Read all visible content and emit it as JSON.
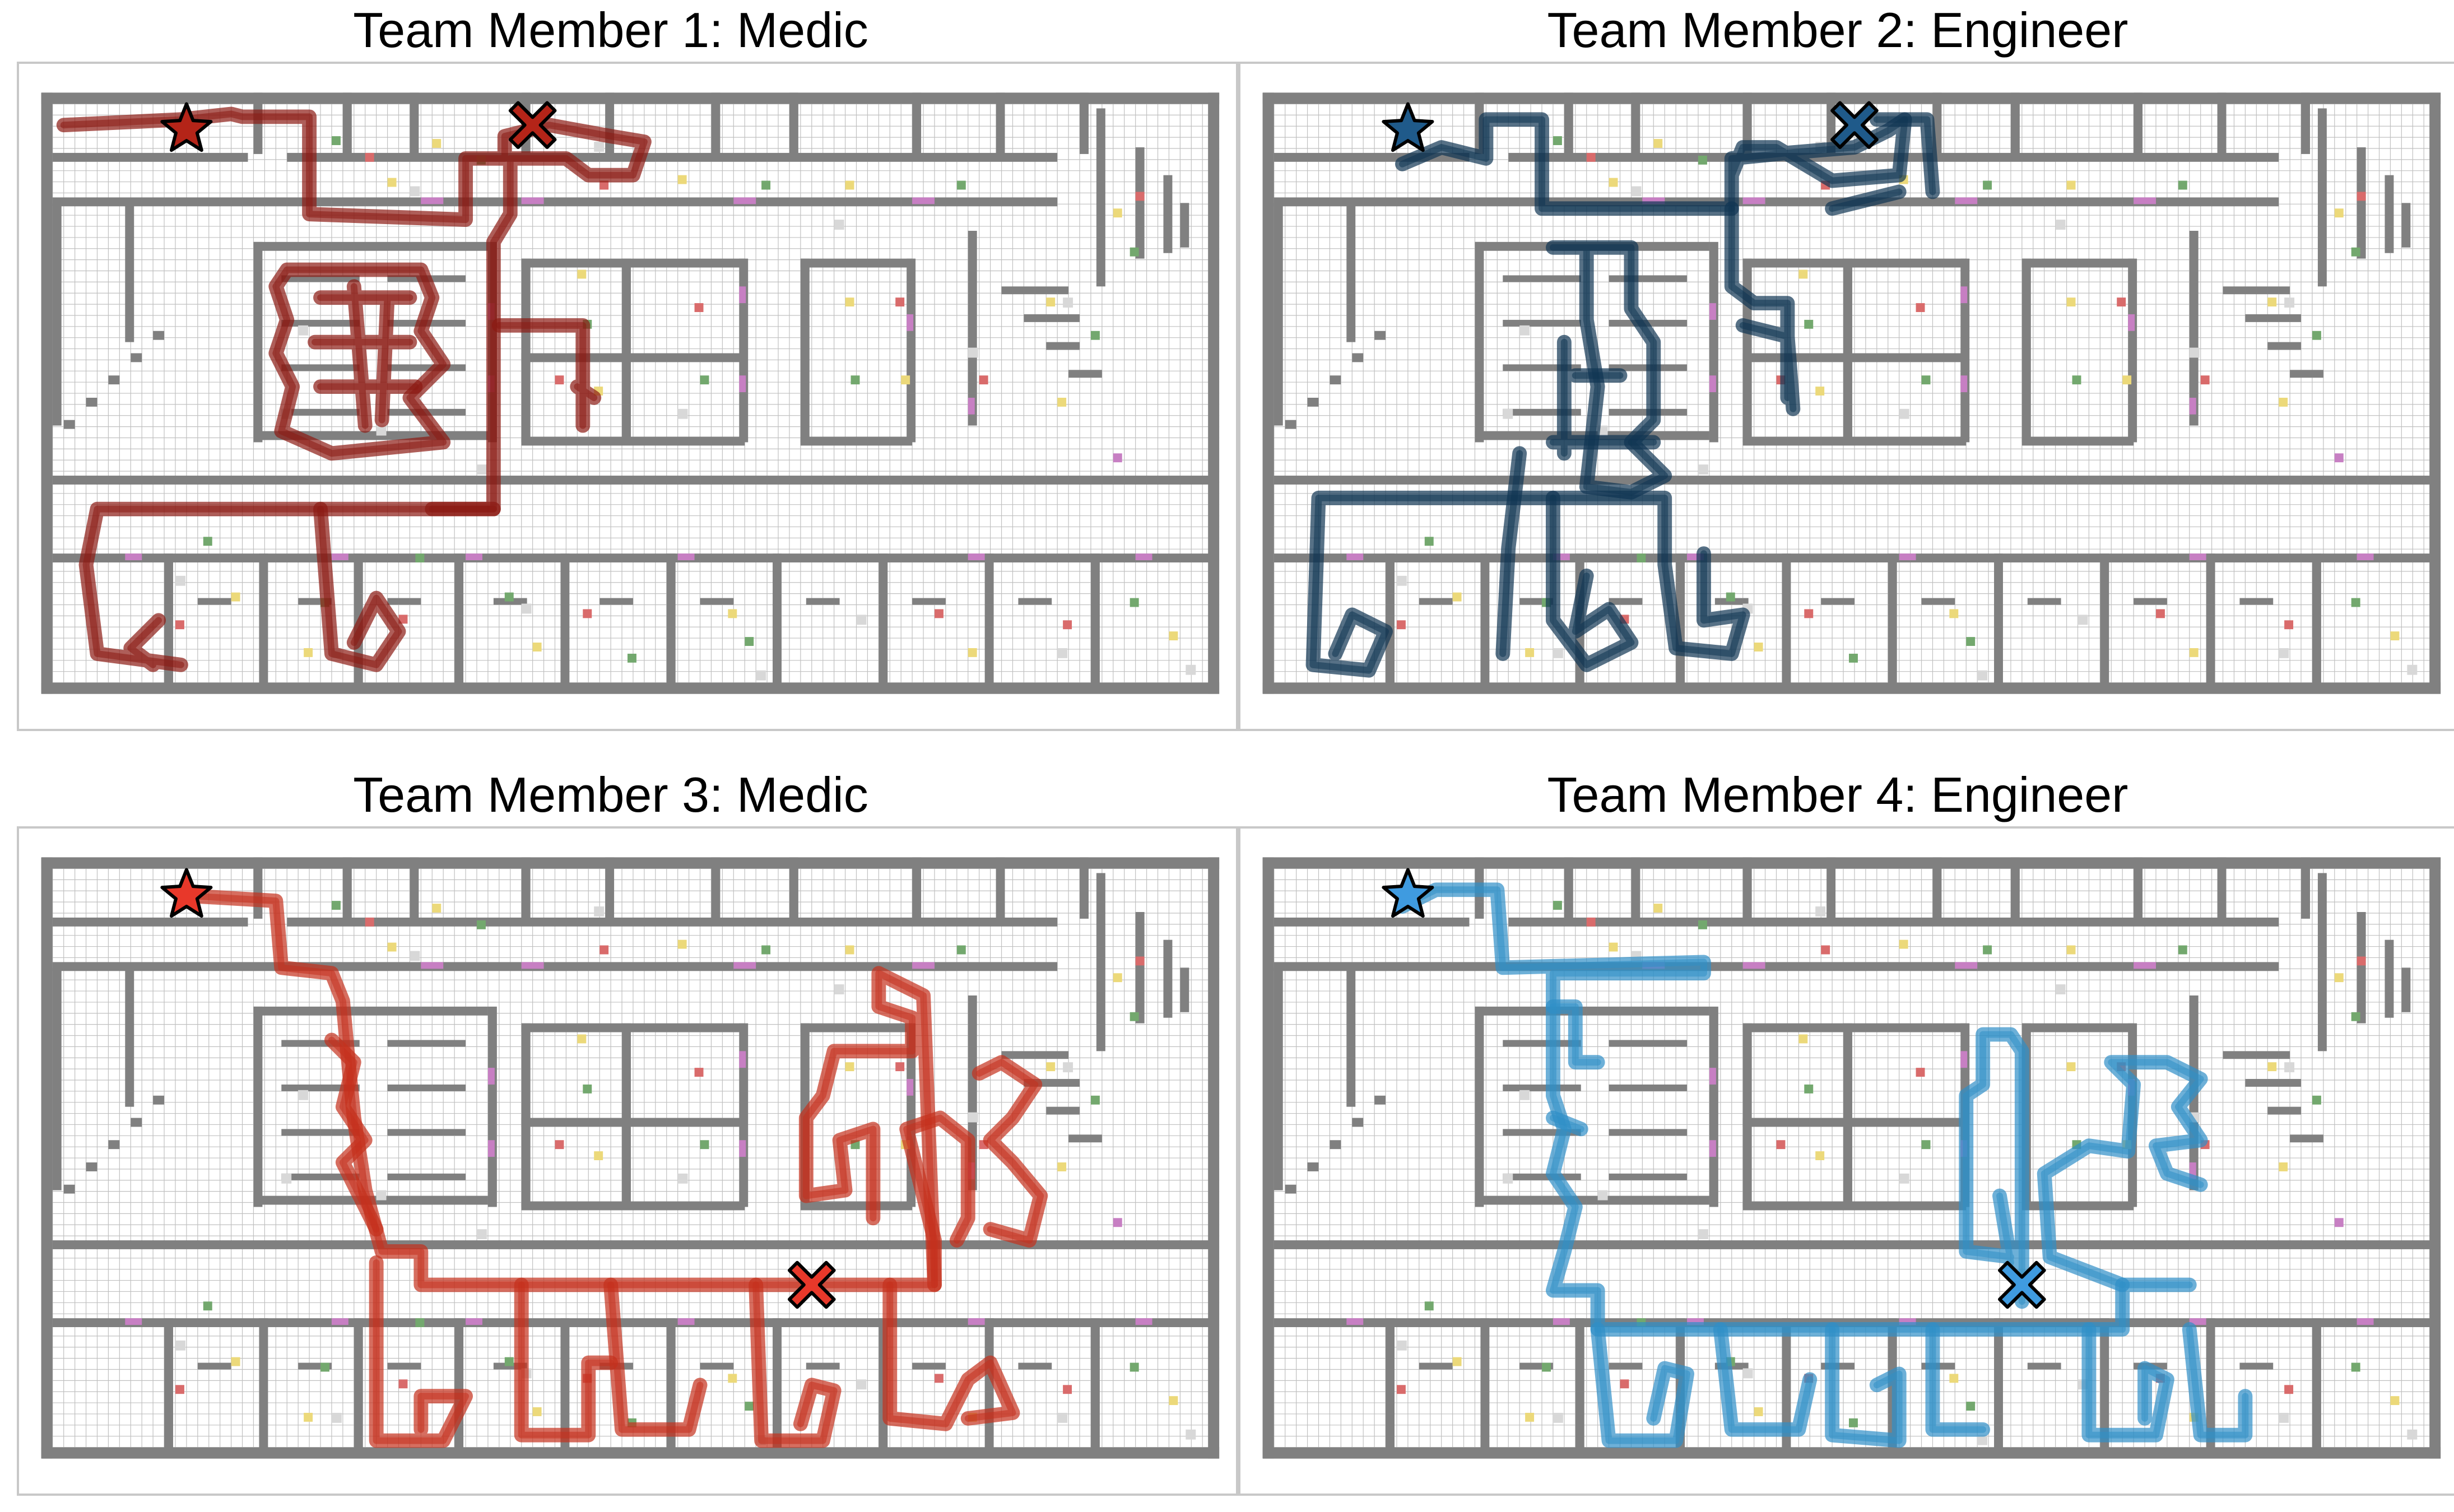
{
  "panels": [
    {
      "title": "Team Member 1: Medic",
      "role": "Medic",
      "path_color": "#8b1a12",
      "marker_color": "#b42418",
      "start_marker": "star-icon",
      "end_marker": "x-icon"
    },
    {
      "title": "Team Member 2: Engineer",
      "role": "Engineer",
      "path_color": "#0f3552",
      "marker_color": "#1f5a8a",
      "start_marker": "star-icon",
      "end_marker": "x-icon"
    },
    {
      "title": "Team Member 3: Medic",
      "role": "Medic",
      "path_color": "#c4301d",
      "marker_color": "#e8382a",
      "start_marker": "star-icon",
      "end_marker": "x-icon"
    },
    {
      "title": "Team Member 4: Engineer",
      "role": "Engineer",
      "path_color": "#2f8fc7",
      "marker_color": "#3f9be0",
      "start_marker": "star-icon",
      "end_marker": "x-icon"
    }
  ],
  "map_colors": {
    "wall": "#808080",
    "grid_line": "#c0c0c0",
    "victim_red": "#d96b6b",
    "victim_yellow": "#ecd97a",
    "victim_green": "#73a86e",
    "marker_gray": "#d8d8d8",
    "door_purple": "#c77fc3"
  }
}
